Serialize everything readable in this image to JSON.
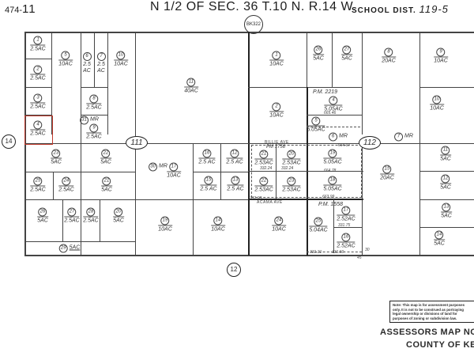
{
  "header": {
    "map_prefix": "474-",
    "map_page": "11",
    "section_title": "N 1/2 OF SEC. 36 T.10 N. R.14 W.",
    "school_label": "SCHOOL DIST.",
    "school_number": "119-5",
    "book_ref": "BK322"
  },
  "adjacent_maps": {
    "west": "14",
    "south": "12"
  },
  "subdivision_ovals": [
    {
      "id": "111",
      "label": "111"
    },
    {
      "id": "112",
      "label": "112"
    }
  ],
  "selected_parcel": "4",
  "parcels": [
    {
      "num": "1",
      "area": "2.5AC"
    },
    {
      "num": "2",
      "area": "2.5AC"
    },
    {
      "num": "3",
      "area": "2.5AC"
    },
    {
      "num": "4",
      "area": "2.5AC"
    },
    {
      "num": "5",
      "area": "10AC"
    },
    {
      "num": "6",
      "area": "2.5 AC"
    },
    {
      "num": "7",
      "area": "2.5 AC"
    },
    {
      "num": "10",
      "area": "10AC"
    },
    {
      "num": "8",
      "area": "2.5AC"
    },
    {
      "num": "31",
      "area": "MR"
    },
    {
      "num": "9",
      "area": "2.5AC"
    },
    {
      "num": "11",
      "area": "40AC"
    },
    {
      "num": "23",
      "area": "5AC"
    },
    {
      "num": "22",
      "area": "5AC"
    },
    {
      "num": "25",
      "area": "2.5AC"
    },
    {
      "num": "24",
      "area": "2.5AC"
    },
    {
      "num": "21",
      "area": "5AC"
    },
    {
      "num": "26",
      "area": "5AC"
    },
    {
      "num": "27",
      "area": "2.5AC"
    },
    {
      "num": "28",
      "area": "2.5AC"
    },
    {
      "num": "20",
      "area": "5AC"
    },
    {
      "num": "29",
      "area": "5AC"
    },
    {
      "num": "30",
      "area": "MR"
    },
    {
      "num": "17",
      "area": "10AC"
    },
    {
      "num": "16",
      "area": "2.5 AC"
    },
    {
      "num": "15",
      "area": "2.5 AC"
    },
    {
      "num": "12",
      "area": "2.5 AC"
    },
    {
      "num": "13",
      "area": "2.5 AC"
    },
    {
      "num": "19",
      "area": "10AC"
    },
    {
      "num": "14",
      "area": "10AC"
    }
  ],
  "parcels_east": [
    {
      "num": "1",
      "area": "10AC"
    },
    {
      "num": "26",
      "area": "5AC"
    },
    {
      "num": "27",
      "area": "5AC"
    },
    {
      "num": "2",
      "area": "10AC"
    },
    {
      "num": "4",
      "area": "5.05AC"
    },
    {
      "num": "5",
      "area": "5.05AC"
    },
    {
      "num": "6",
      "area": "MR"
    },
    {
      "num": "8",
      "area": "20AC"
    },
    {
      "num": "7",
      "area": "MR"
    },
    {
      "num": "9",
      "area": "10AC"
    },
    {
      "num": "10",
      "area": "10AC"
    },
    {
      "num": "21",
      "area": "2.53AC"
    },
    {
      "num": "20",
      "area": "2.53AC"
    },
    {
      "num": "22",
      "area": "2.53AC"
    },
    {
      "num": "23",
      "area": "2.53AC"
    },
    {
      "num": "19",
      "area": "5.05AC"
    },
    {
      "num": "18",
      "area": "5.05AC"
    },
    {
      "num": "24",
      "area": "10AC"
    },
    {
      "num": "25",
      "area": "5.04AC"
    },
    {
      "num": "17",
      "area": "2.52AC"
    },
    {
      "num": "16",
      "area": "2.52AC"
    },
    {
      "num": "15",
      "area": "20AC"
    },
    {
      "num": "11",
      "area": "5AC"
    },
    {
      "num": "12",
      "area": "5AC"
    },
    {
      "num": "13",
      "area": "5AC"
    },
    {
      "num": "14",
      "area": "5AC"
    }
  ],
  "parcel_maps": {
    "pm1": "P.M. 2219",
    "pm2": "PM 1756",
    "pm3": "P.M. 1558"
  },
  "streets": {
    "s1": "BILLIE AVE",
    "s2": "ACAMA AVE"
  },
  "dimensions": {
    "d1": "665.46",
    "d2": "664.97",
    "d3": "664.78",
    "d4": "663.99",
    "d5": "332.24",
    "d6": "332.24",
    "d7": "331.93",
    "d8": "331.75",
    "d9": "331.31",
    "d10": "331.50",
    "d11": "30",
    "d12": "45"
  },
  "note": {
    "line1": "Note: This map is for assessment purposes",
    "line2": "only. It is not to be construed as portraying",
    "line3": "legal ownership or divisions of land for",
    "line4": "purposes of zoning or subdivision law."
  },
  "footer": {
    "assessors": "ASSESSORS MAP NO.__",
    "county": "COUNTY OF KERN"
  }
}
